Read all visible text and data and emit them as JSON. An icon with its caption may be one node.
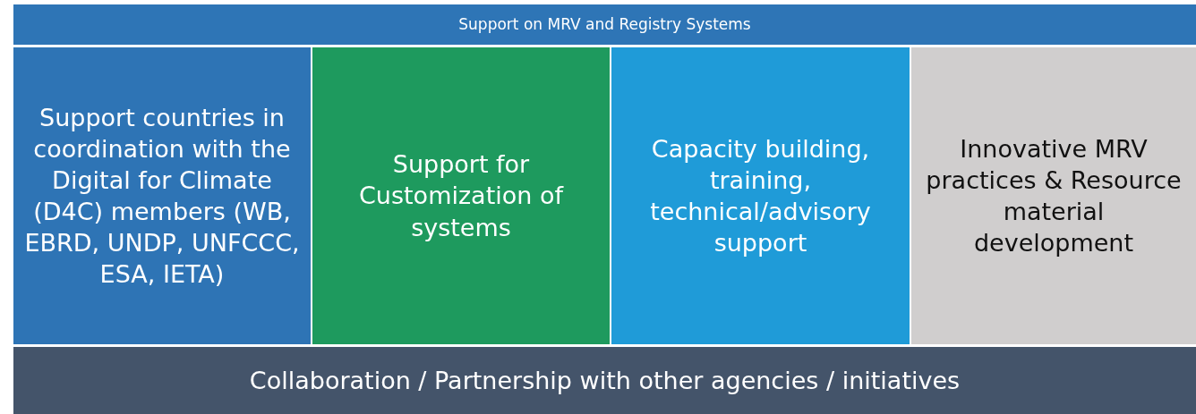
{
  "diagram": {
    "nodes": [
      {
        "text": [
          "Support on MRV and Registry Systems"
        ]
      },
      {
        "text": [
          "Support countries in coordination with the Digital for Climate (D4C) members (WB, EBRD, UNDP, UNFCCC, ESA, IETA)"
        ]
      },
      {
        "text": [
          "Support for Customization of systems"
        ]
      },
      {
        "text": [
          "Capacity building, training, technical/advisory support"
        ]
      },
      {
        "text": [
          "Innovative MRV practices & Resource material development"
        ]
      },
      {
        "text": [
          "Collaboration / Partnership with other agencies / initiatives"
        ]
      }
    ]
  }
}
